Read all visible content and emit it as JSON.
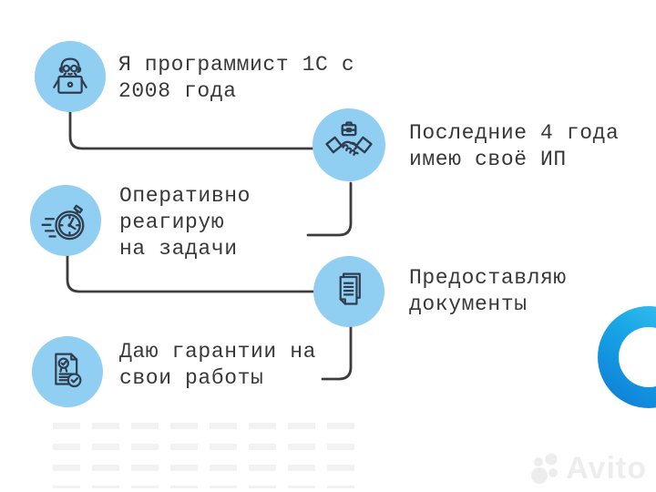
{
  "infographic": {
    "steps": [
      {
        "icon": "programmer-laptop-icon",
        "text": "Я программист 1С с\n2008 года"
      },
      {
        "icon": "handshake-briefcase-icon",
        "text": "Последние 4 года\nимею своё ИП"
      },
      {
        "icon": "stopwatch-icon",
        "text": "Оперативно\nреагирую\nна задачи"
      },
      {
        "icon": "documents-icon",
        "text": "Предоставляю\nдокументы"
      },
      {
        "icon": "certificate-icon",
        "text": "Даю гарантии на\nсвои работы"
      }
    ]
  },
  "watermark": {
    "brand": "Avito"
  },
  "colors": {
    "circle_fill": "#90CEF2",
    "icon_stroke": "#2E3E4E",
    "connector_line": "#3C3C3C",
    "text": "#383838",
    "ring_gradient_top": "#41C9F1",
    "ring_gradient_bottom": "#0C79D6",
    "watermark": "rgba(0,0,0,0.07)"
  }
}
